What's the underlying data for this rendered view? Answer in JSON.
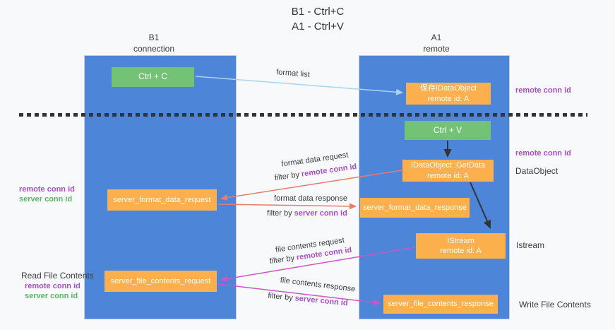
{
  "title": {
    "line1": "B1 - Ctrl+C",
    "line2": "A1 - Ctrl+V"
  },
  "columns": {
    "left": {
      "header_line1": "B1",
      "header_line2": "connection"
    },
    "right": {
      "header_line1": "A1",
      "header_line2": "remote"
    }
  },
  "boxes": {
    "ctrl_c": "Ctrl + C",
    "ctrl_v": "Ctrl + V",
    "save_idataobject": {
      "line1": "保存IDataObject",
      "line2": "remote id: A"
    },
    "getdata": {
      "line1": "IDataObject::GetData",
      "line2": "remote id: A"
    },
    "istream": {
      "line1": "IStream",
      "line2": "remote id: A"
    },
    "server_format_data_request": "server_format_data_request",
    "server_format_data_response": "server_format_data_response",
    "server_file_contents_request": "server_file_contents_request",
    "server_file_contents_response": "server_file_contents_response"
  },
  "flow_labels": {
    "format_list": "format list",
    "format_data_request": "format data request",
    "format_data_response": "format data response",
    "file_contents_request": "file contents request",
    "file_contents_response": "file contents response",
    "filter_by": "filter by",
    "remote_conn_id": "remote conn id",
    "server_conn_id": "server conn id"
  },
  "side_labels": {
    "remote_conn_id": "remote conn id",
    "server_conn_id": "server conn id",
    "dataobject": "DataObject",
    "istream": "Istream",
    "read_file_contents": "Read File Contents",
    "write_file_contents": "Write File Contents"
  },
  "colors": {
    "column_blue": "#4d86d8",
    "green_box": "#74c276",
    "orange_box": "#fbb04d",
    "purple_label": "#a94fc6",
    "green_label": "#5fb369",
    "red_arrow": "#e97b70",
    "magenta_arrow": "#cd55c5",
    "light_blue_arrow": "#abd3f2",
    "black_arrow": "#333333"
  }
}
